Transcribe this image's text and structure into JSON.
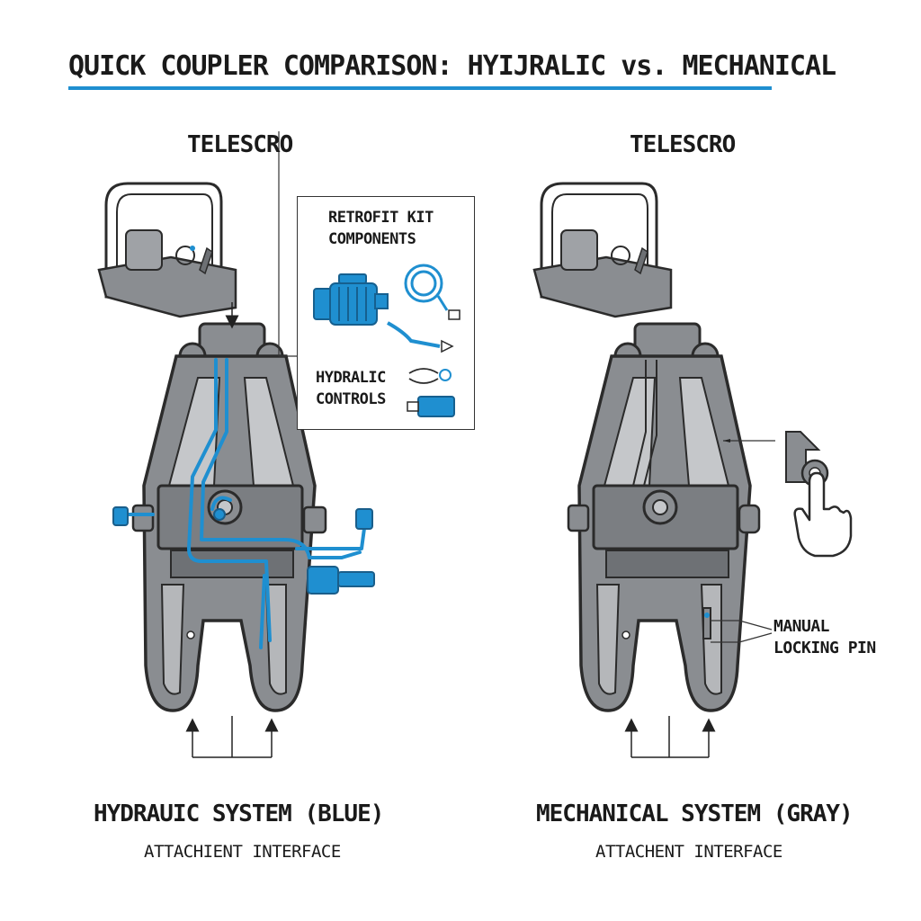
{
  "title": "QUICK COUPLER COMPARISON: HYIJRALIC vs. MECHANICAL",
  "left": {
    "machine_label": "TELESCRO",
    "system_label": "HYDRAUIC SYSTEM (BLUE)",
    "interface_label": "ATTACHIENT INTERFACE"
  },
  "right": {
    "machine_label": "TELESCRO",
    "system_label": "MECHANICAL SYSTEM (GRAY)",
    "interface_label": "ATTACHENT INTERFACE",
    "callout": [
      "MANUAL",
      "LOCKING PIN"
    ]
  },
  "retrofit_kit": {
    "heading": [
      "RETROFIT KIT",
      "COMPONENTS"
    ],
    "controls_label": [
      "HYDRALIC",
      "CONTROLS"
    ]
  },
  "colors": {
    "hydraulic_blue": "#1f8fd0",
    "steel_gray": "#8a8d91",
    "outline": "#2b2b2b"
  }
}
